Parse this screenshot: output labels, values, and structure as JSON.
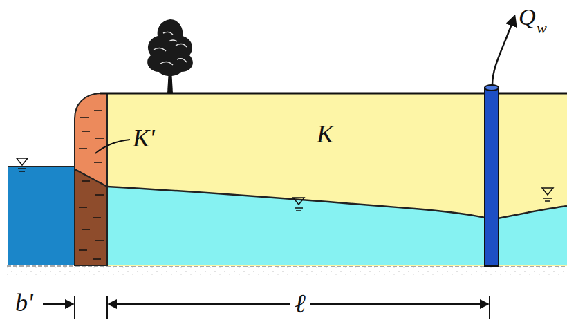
{
  "diagram": {
    "labels": [
      "K'",
      "K",
      "Q",
      "w",
      "b'",
      "ℓ"
    ]
  }
}
